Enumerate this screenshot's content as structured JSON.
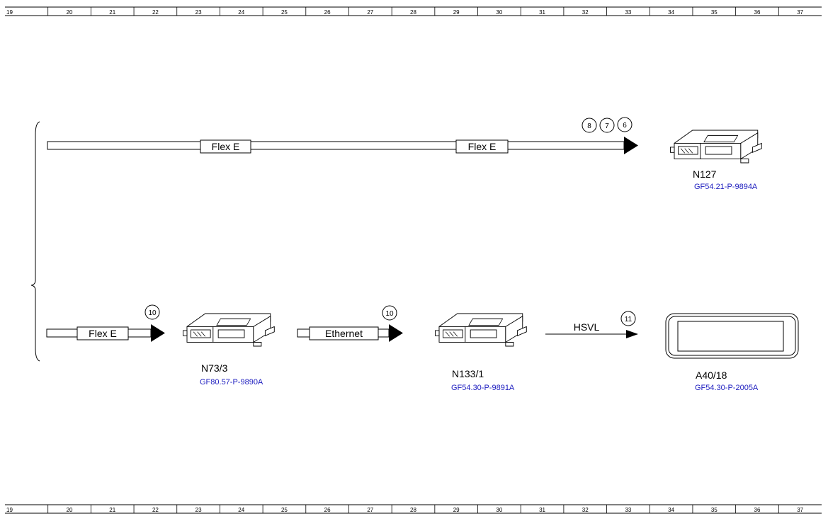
{
  "ruler": {
    "numbers": [
      "19",
      "20",
      "21",
      "22",
      "23",
      "24",
      "25",
      "26",
      "27",
      "28",
      "29",
      "30",
      "31",
      "32",
      "33",
      "34",
      "35",
      "36",
      "37"
    ]
  },
  "colors": {
    "line": "#000000",
    "link": "#2020c0",
    "background": "#ffffff"
  },
  "connections": {
    "top_label_1": "Flex E",
    "top_label_2": "Flex E",
    "bottom_label_1": "Flex E",
    "bottom_label_2": "Ethernet",
    "bottom_label_3": "HSVL"
  },
  "markers": {
    "top": [
      "8",
      "7",
      "6"
    ],
    "bottom_1": "10",
    "bottom_2": "10",
    "bottom_3": "11"
  },
  "components": {
    "n127": {
      "name": "N127",
      "ref": "GF54.21-P-9894A",
      "icon": "control-unit-icon"
    },
    "n73_3": {
      "name": "N73/3",
      "ref": "GF80.57-P-9890A",
      "icon": "control-unit-icon"
    },
    "n133_1": {
      "name": "N133/1",
      "ref": "GF54.30-P-9891A",
      "icon": "control-unit-icon"
    },
    "a40_18": {
      "name": "A40/18",
      "ref": "GF54.30-P-2005A",
      "icon": "display-icon"
    }
  }
}
